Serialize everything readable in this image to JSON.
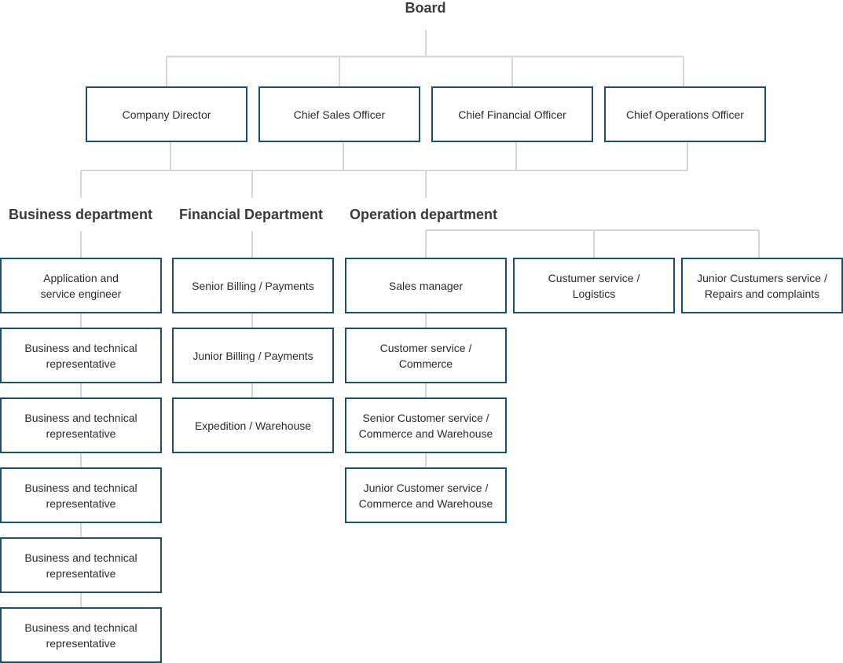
{
  "colors": {
    "border": "#1d4e6b",
    "connector": "#d6d6d6",
    "heading": "#3a3a3a"
  },
  "board": "Board",
  "executives": [
    "Company Director",
    "Chief Sales Officer",
    "Chief Financial Officer",
    "Chief Operations Officer"
  ],
  "departments": {
    "business": {
      "title": "Business department",
      "items": [
        "Application and service engineer",
        "Business and technical representative",
        "Business and technical representative",
        "Business and technical representative",
        "Business and technical representative",
        "Business and technical representative"
      ]
    },
    "financial": {
      "title": "Financial Department",
      "items": [
        "Senior Billing / Payments",
        "Junior Billing / Payments",
        "Expedition / Warehouse"
      ]
    },
    "operation": {
      "title": "Operation department",
      "items": [
        "Sales manager",
        "Customer service / Commerce",
        "Senior Customer service / Commerce and Warehouse",
        "Junior Customer service / Commerce and Warehouse"
      ],
      "side_items": [
        "Custumer service / Logistics",
        "Junior Custumers service / Repairs and complaints"
      ]
    }
  }
}
